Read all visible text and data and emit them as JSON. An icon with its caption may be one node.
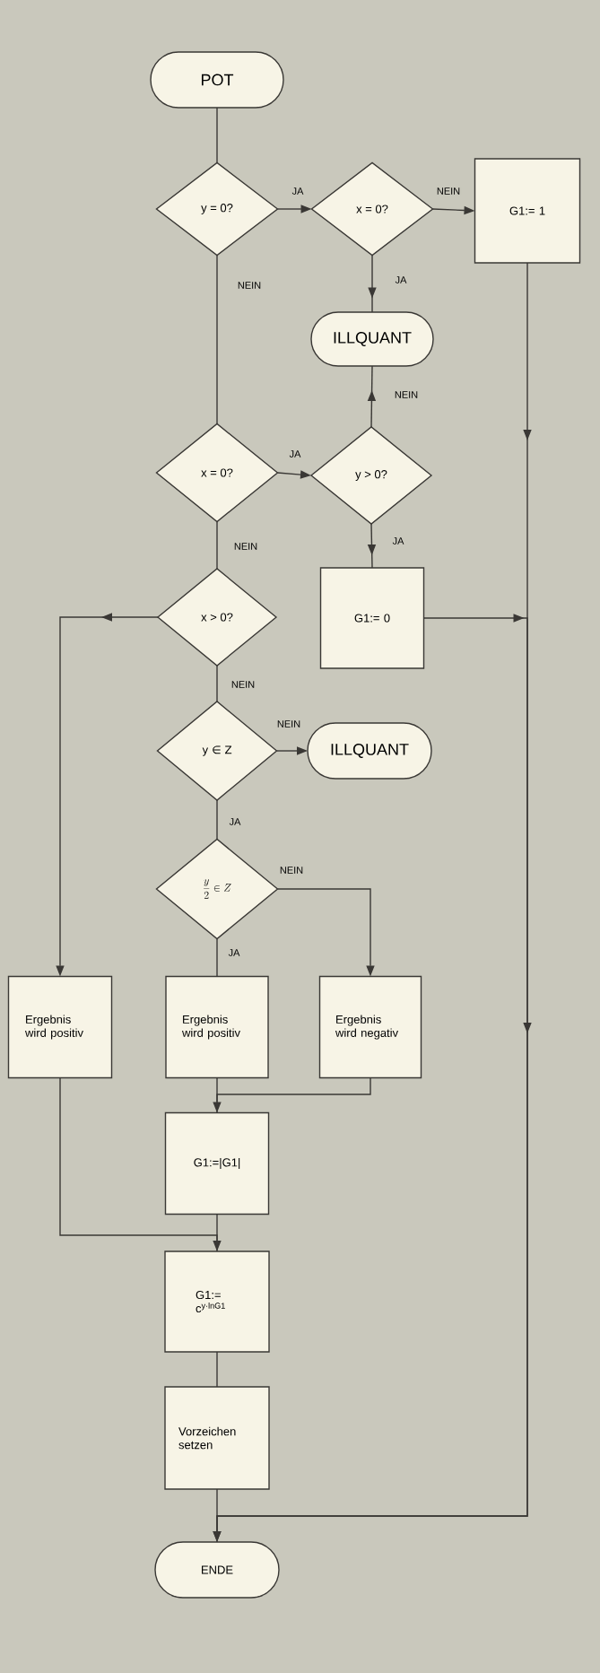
{
  "diagram": {
    "nodes": [
      {
        "text": [
          "POT"
        ]
      },
      {
        "text": [
          "y = 0?"
        ]
      },
      {
        "text": [
          "x = 0?"
        ]
      },
      {
        "text": [
          "G1:= 1"
        ]
      },
      {
        "text": [
          "ILLQUANT"
        ]
      },
      {
        "text": [
          "x = 0?"
        ]
      },
      {
        "text": [
          "y > 0?"
        ]
      },
      {
        "text": [
          "G1:= 0"
        ]
      },
      {
        "text": [
          "x > 0?"
        ]
      },
      {
        "text": [
          "y ∈ Z"
        ]
      },
      {
        "text": [
          "ILLQUANT"
        ]
      },
      {
        "text": [
          "\\frac{y}{2} \\in Z"
        ]
      },
      {
        "text": [
          "Ergebnis wird positiv"
        ]
      },
      {
        "text": [
          "Ergebnis wird positiv"
        ]
      },
      {
        "text": [
          "Ergebnis wird negativ"
        ]
      },
      {
        "text": [
          "G1:=|G1|"
        ]
      },
      {
        "text": [
          "G1:= c$^{y·lnG1}$"
        ]
      },
      {
        "text": [
          "Vorzeichen setzen"
        ]
      },
      {
        "text": [
          "ENDE"
        ]
      }
    ],
    "edges": [
      {
        "from": 0,
        "to": 1,
        "arrow": "none"
      },
      {
        "from": 1,
        "to": 2,
        "arrow": "to",
        "label": "JA"
      },
      {
        "from": 2,
        "to": 3,
        "arrow": "to",
        "label": "NEIN"
      },
      {
        "from": 2,
        "to": 4,
        "arrow": "to",
        "label": "JA"
      },
      {
        "from": 1,
        "to": 5,
        "arrow": "none",
        "label": "NEIN"
      },
      {
        "from": 5,
        "to": 6,
        "arrow": "to",
        "label": "JA"
      },
      {
        "from": 6,
        "to": 4,
        "arrow": "to",
        "label": "NEIN"
      },
      {
        "from": 6,
        "to": 7,
        "arrow": "to",
        "label": "JA"
      },
      {
        "from": 5,
        "to": 8,
        "arrow": "none",
        "label": "NEIN"
      },
      {
        "from": 8,
        "to": 12,
        "arrow": "to"
      },
      {
        "from": 8,
        "to": 9,
        "arrow": "none",
        "label": "NEIN"
      },
      {
        "from": 9,
        "to": 10,
        "arrow": "to",
        "label": "NEIN"
      },
      {
        "from": 9,
        "to": 11,
        "arrow": "none",
        "label": "JA"
      },
      {
        "from": 11,
        "to": 13,
        "arrow": "none",
        "label": "JA"
      },
      {
        "from": 11,
        "to": 14,
        "arrow": "to",
        "label": "NEIN"
      },
      {
        "from": 13,
        "to": 15,
        "arrow": "none"
      },
      {
        "from": 14,
        "to": 15,
        "arrow": "to"
      },
      {
        "from": 15,
        "to": 16,
        "arrow": "none"
      },
      {
        "from": 12,
        "to": 16,
        "arrow": "to"
      },
      {
        "from": 16,
        "to": 17,
        "arrow": "none"
      },
      {
        "from": 17,
        "to": 18,
        "arrow": "none"
      },
      {
        "from": 3,
        "to": 18,
        "arrow": "to"
      },
      {
        "from": 7,
        "to": 18,
        "arrow": "to"
      }
    ]
  }
}
